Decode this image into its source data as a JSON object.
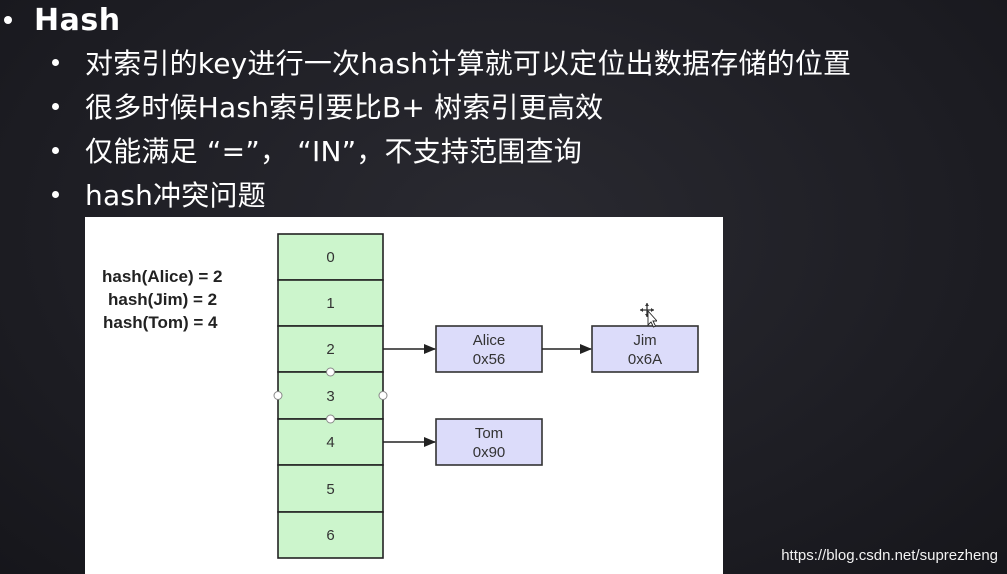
{
  "title": "Hash",
  "bullets": [
    "对索引的key进行一次hash计算就可以定位出数据存储的位置",
    "很多时候Hash索引要比B+ 树索引更高效",
    "仅能满足 “=”， “IN”，不支持范围查询",
    "hash冲突问题"
  ],
  "diagram": {
    "hash_lines": [
      "hash(Alice) = 2",
      "hash(Jim) = 2",
      "hash(Tom) = 4"
    ],
    "slots": [
      "0",
      "1",
      "2",
      "3",
      "4",
      "5",
      "6"
    ],
    "nodes": {
      "alice": {
        "name": "Alice",
        "addr": "0x56"
      },
      "jim": {
        "name": "Jim",
        "addr": "0x6A"
      },
      "tom": {
        "name": "Tom",
        "addr": "0x90"
      }
    },
    "colors": {
      "slot_fill": "#ccf5cc",
      "slot_stroke": "#222222",
      "node_fill": "#dcdcfa",
      "node_stroke": "#333333"
    }
  },
  "watermark": "https://blog.csdn.net/suprezheng"
}
